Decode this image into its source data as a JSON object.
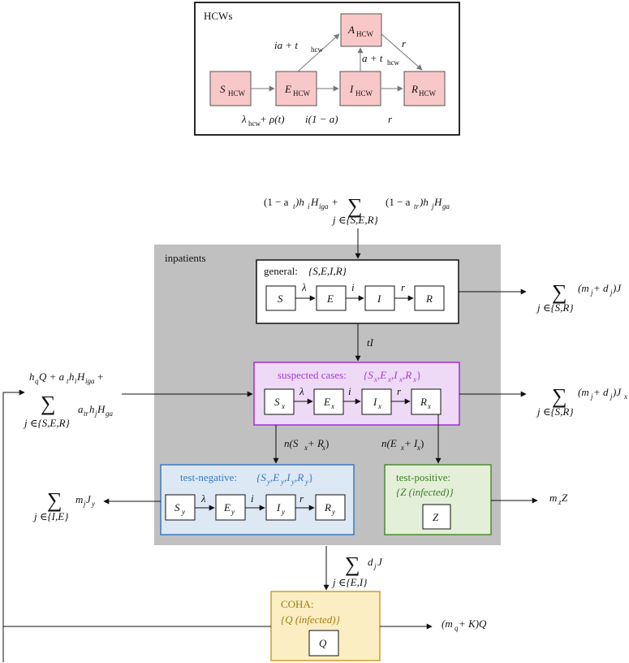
{
  "hcw": {
    "title": "HCWs",
    "nodes": {
      "s": {
        "main": "S",
        "sub": "HCW"
      },
      "e": {
        "main": "E",
        "sub": "HCW"
      },
      "i": {
        "main": "I",
        "sub": "HCW"
      },
      "r": {
        "main": "R",
        "sub": "HCW"
      },
      "a": {
        "main": "A",
        "sub": "HCW"
      }
    },
    "rates": {
      "ia_main": "ia + t",
      "ia_sub": "hcw",
      "a_main": "a + t",
      "a_sub": "hcw",
      "r_upper": "r",
      "lambda_main": "λ",
      "lambda_sub": "hcw",
      "lambda_rest": " + ρ(t)",
      "i_frac": "i(1 − a)",
      "r_lower": "r"
    }
  },
  "top_inflow": {
    "p1": "(1 − a",
    "p1_sub": "t",
    "p2": ")h",
    "p2_sub": "i",
    "p3": "H",
    "p3_sub": "iga",
    "p4": " +",
    "sum": "∑",
    "sum_index": "j ∈{S,E,R}",
    "p5": "(1 − a",
    "p5_sub": "tr",
    "p6": ")h",
    "p6_sub": "j",
    "p7": "H",
    "p7_sub": "ga"
  },
  "inpatients": {
    "label": "inpatients"
  },
  "general": {
    "label": "general: ",
    "set": "{S,E,I,R}",
    "nodes": [
      "S",
      "E",
      "I",
      "R"
    ],
    "rates": [
      "λ",
      "i",
      "r"
    ],
    "outflow_sum": "∑",
    "outflow_index": "j ∈{S,R}",
    "outflow_expr": "(m",
    "outflow_expr_sub": "j",
    "outflow_expr2": " + d",
    "outflow_expr2_sub": "j",
    "outflow_expr3": ")J",
    "down_rate": "tI"
  },
  "suspected": {
    "label": "suspected cases: ",
    "set": "{S",
    "set_tail": "}",
    "nodes": [
      "S",
      "E",
      "I",
      "R"
    ],
    "node_sub": "x",
    "rates": [
      "λ",
      "i",
      "r"
    ],
    "outflow_sum": "∑",
    "outflow_index": "j ∈{S,R}",
    "outflow_expr": "(m",
    "outflow_expr_sub": "j",
    "outflow_expr2": " + d",
    "outflow_expr2_sub": "j",
    "outflow_expr3": ")J",
    "outflow_expr3_sub": "x",
    "to_negative_rate": "n(S",
    "to_negative_rate_b": " + R",
    "to_negative_rate_c": ")",
    "to_positive_rate": "n(E",
    "to_positive_rate_b": " + I",
    "to_positive_rate_c": ")"
  },
  "left_inflow": {
    "p1": "h",
    "p1_sub": "q",
    "p2": "Q + a",
    "p2_sub": "t",
    "p3": "h",
    "p3_sub": "i",
    "p4": "H",
    "p4_sub": "iga",
    "p5": " +",
    "sum": "∑",
    "sum_index": "j ∈{S,E,R}",
    "p6": "a",
    "p6_sub": "tr",
    "p7": "h",
    "p7_sub": "j",
    "p8": "H",
    "p8_sub": "ga"
  },
  "negative": {
    "label": "test-negative: ",
    "set": "{S",
    "set_tail": "}",
    "nodes": [
      "S",
      "E",
      "I",
      "R"
    ],
    "node_sub": "y",
    "rates": [
      "λ",
      "i",
      "r"
    ],
    "outflow_sum": "∑",
    "outflow_index": "j ∈{I,E}",
    "outflow_expr": "m",
    "outflow_expr_sub": "j",
    "outflow_expr2": "J",
    "outflow_expr2_sub": "y"
  },
  "positive": {
    "label": "test-positive:",
    "set": "{Z (infected)}",
    "node": "Z",
    "outflow": "m",
    "outflow_sub": "z",
    "outflow2": "Z"
  },
  "coha_inflow": {
    "sum": "∑",
    "sum_index": "j ∈{E,I}",
    "expr": "d",
    "expr_sub": "j",
    "expr2": "J"
  },
  "coha": {
    "label": "COHA:",
    "set": "{Q (infected)}",
    "node": "Q",
    "outflow": "(m",
    "outflow_sub": "q",
    "outflow2": " + K)Q"
  },
  "colors": {
    "hcw_fill": "#f8c8c8",
    "inpatient_bg": "#c0c0c0",
    "suspected_fill": "#eed9f7",
    "suspected_border": "#9b30d9",
    "suspected_text": "#a040d0",
    "negative_fill": "#dde8f5",
    "negative_border": "#3a78c0",
    "negative_text": "#3a78c0",
    "positive_fill": "#e3efd8",
    "positive_border": "#4e8a30",
    "positive_text": "#3f7d2a",
    "coha_fill": "#fbeec2",
    "coha_border": "#c8a030",
    "coha_text": "#a07a10"
  }
}
